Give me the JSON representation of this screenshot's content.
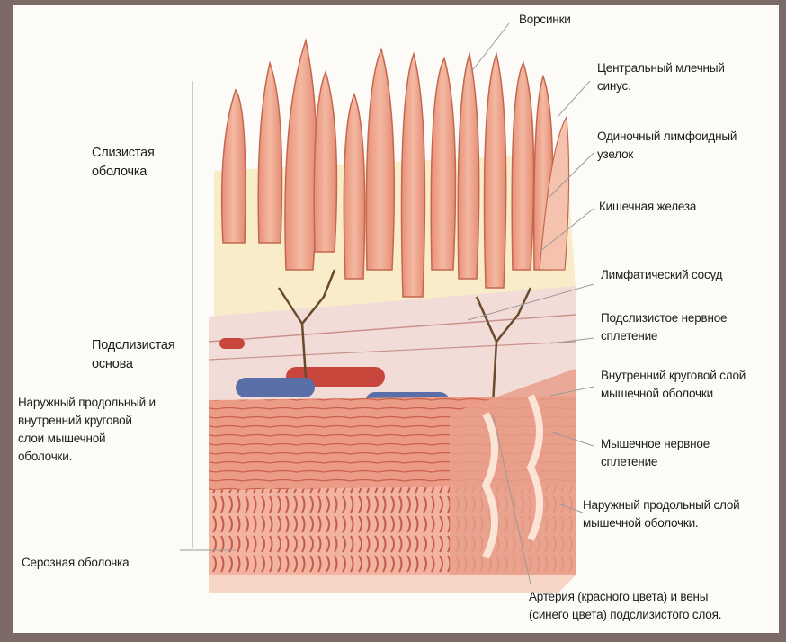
{
  "labels": {
    "villi": "Ворсинки",
    "central_lacteal": "Центральный млечный\nсинус.",
    "solitary_lymph_node": "Одиночный лимфоидный\nузелок",
    "intestinal_gland": "Кишечная железа",
    "lymphatic_vessel": "Лимфатический сосуд",
    "submucosal_plexus": "Подслизистое нервное\nсплетение",
    "inner_circular_layer": "Внутренний круговой слой\nмышечной оболочки",
    "muscular_plexus": "Мышечное нервное\nсплетение",
    "outer_longitudinal_layer": "Наружный продольный слой\nмышечной оболочки.",
    "artery_vein": "Артерия (красного цвета) и вены\n(синего цвета) подслизистого слоя.",
    "mucosa": "Слизистая\nоболочка",
    "submucosa": "Подслизистая\nоснова",
    "muscle_layers": "Наружный продольный и\nвнутренний круговой\nслои мышечной\nоболочки.",
    "serosa": "Серозная оболочка"
  },
  "colors": {
    "frame_bg": "#7c6a67",
    "tissue_pink": "#f0a48e",
    "tissue_light": "#f6c7b3",
    "muscle_red": "#e08a78",
    "background_yellow": "#f8ecc9",
    "artery": "#c8463c",
    "vein": "#5a6fa8",
    "nerve": "#6a4a2a"
  }
}
